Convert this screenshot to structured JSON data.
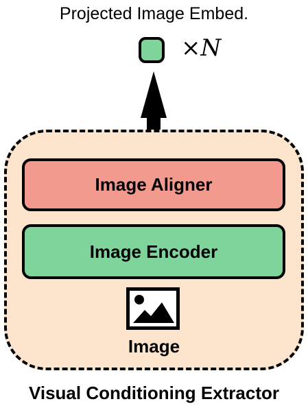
{
  "output": {
    "label": "Projected Image Embed.",
    "multiplier_symbol": "×",
    "multiplier_var": "N",
    "token_color": "#7fd49c"
  },
  "extractor": {
    "title": "Visual Conditioning Extractor",
    "background_color": "#fde4cc",
    "blocks": [
      {
        "label": "Image Aligner",
        "color": "#f29a8e"
      },
      {
        "label": "Image Encoder",
        "color": "#7fd49c"
      }
    ],
    "input": {
      "icon": "image-icon",
      "label": "Image"
    }
  }
}
